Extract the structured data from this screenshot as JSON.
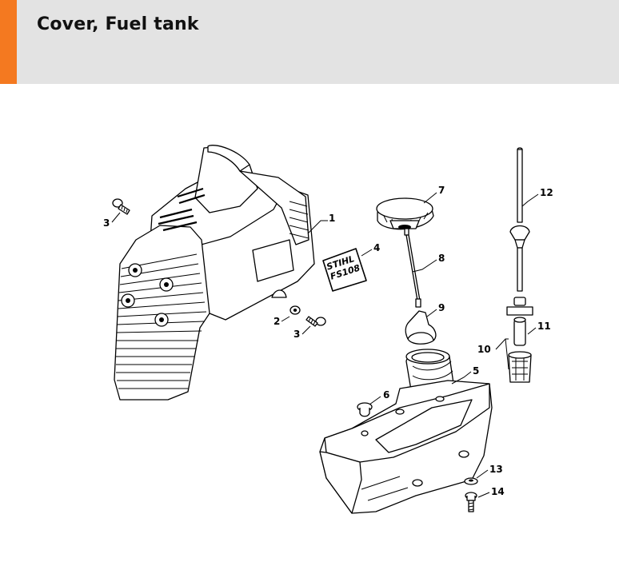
{
  "header": {
    "title": "Cover, Fuel tank",
    "accent_color": "#f47920",
    "background_color": "#e3e3e3"
  },
  "callouts": [
    {
      "id": "c1",
      "label": "1"
    },
    {
      "id": "c2",
      "label": "2"
    },
    {
      "id": "c3a",
      "label": "3"
    },
    {
      "id": "c3b",
      "label": "3"
    },
    {
      "id": "c4",
      "label": "4"
    },
    {
      "id": "c5",
      "label": "5"
    },
    {
      "id": "c6",
      "label": "6"
    },
    {
      "id": "c7",
      "label": "7"
    },
    {
      "id": "c8",
      "label": "8"
    },
    {
      "id": "c9",
      "label": "9"
    },
    {
      "id": "c10",
      "label": "10"
    },
    {
      "id": "c11",
      "label": "11"
    },
    {
      "id": "c12",
      "label": "12"
    },
    {
      "id": "c13",
      "label": "13"
    },
    {
      "id": "c14",
      "label": "14"
    }
  ],
  "decal": {
    "line1": "STIHL",
    "line2": "FS108"
  }
}
